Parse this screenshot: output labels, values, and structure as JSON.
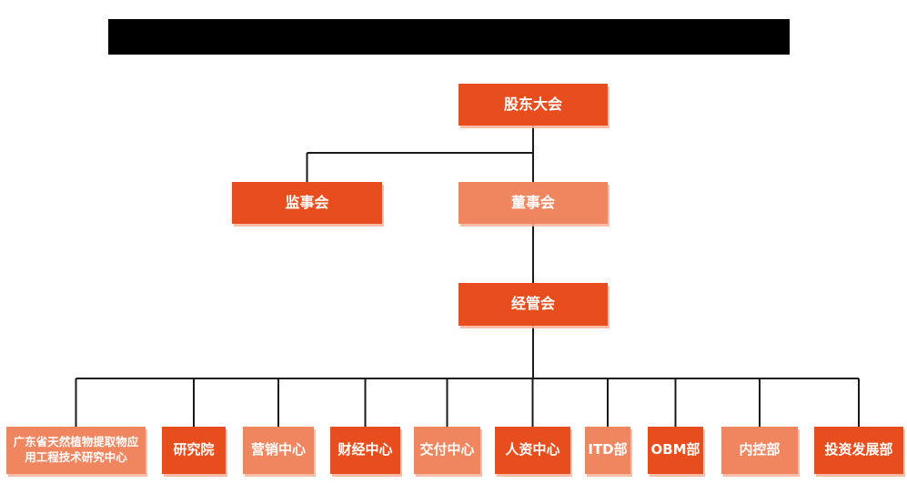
{
  "page": {
    "background": "#FFFFFF"
  },
  "header": {
    "redacted_title": ""
  },
  "colors": {
    "primary_dark": "#E84E1D",
    "primary_light": "#EF8660",
    "connector": "#1A1A1A",
    "node_text": "#FFFFFF",
    "redaction": "#000000"
  },
  "org": {
    "nodes": [
      {
        "id": "shareholders",
        "label": "股东大会",
        "tone": "dark"
      },
      {
        "id": "supervisory",
        "label": "监事会",
        "tone": "dark"
      },
      {
        "id": "board",
        "label": "董事会",
        "tone": "light"
      },
      {
        "id": "management",
        "label": "经管会",
        "tone": "dark"
      },
      {
        "id": "dept1",
        "label": "广东省天然植物提取物应用工程技术研究中心",
        "tone": "light"
      },
      {
        "id": "dept2",
        "label": "研究院",
        "tone": "dark"
      },
      {
        "id": "dept3",
        "label": "营销中心",
        "tone": "light"
      },
      {
        "id": "dept4",
        "label": "财经中心",
        "tone": "dark"
      },
      {
        "id": "dept5",
        "label": "交付中心",
        "tone": "light"
      },
      {
        "id": "dept6",
        "label": "人资中心",
        "tone": "dark"
      },
      {
        "id": "dept7",
        "label": "ITD部",
        "tone": "light"
      },
      {
        "id": "dept8",
        "label": "OBM部",
        "tone": "dark"
      },
      {
        "id": "dept9",
        "label": "内控部",
        "tone": "light"
      },
      {
        "id": "dept10",
        "label": "投资发展部",
        "tone": "dark"
      }
    ],
    "edges": [
      [
        "shareholders",
        "supervisory"
      ],
      [
        "shareholders",
        "board"
      ],
      [
        "board",
        "management"
      ],
      [
        "management",
        "dept1"
      ],
      [
        "management",
        "dept2"
      ],
      [
        "management",
        "dept3"
      ],
      [
        "management",
        "dept4"
      ],
      [
        "management",
        "dept5"
      ],
      [
        "management",
        "dept6"
      ],
      [
        "management",
        "dept7"
      ],
      [
        "management",
        "dept8"
      ],
      [
        "management",
        "dept9"
      ],
      [
        "management",
        "dept10"
      ]
    ]
  }
}
